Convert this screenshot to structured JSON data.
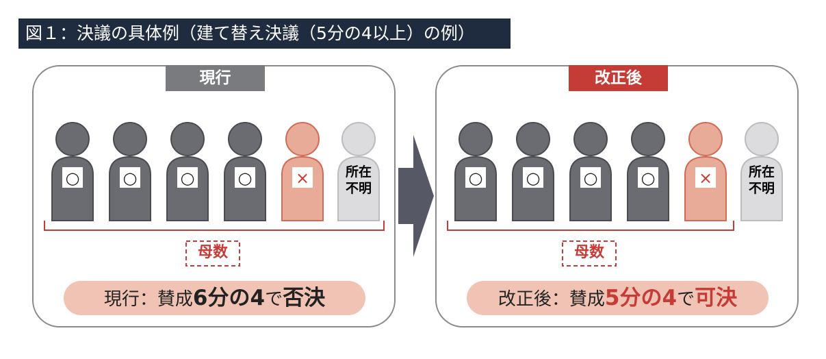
{
  "title": "図１：決議の具体例（建て替え決議（5分の4以上）の例）",
  "panels": {
    "current": {
      "tab": "現行",
      "votes": [
        "○",
        "○",
        "○",
        "○",
        "×"
      ],
      "unknown_label_line1": "所在",
      "unknown_label_line2": "不明",
      "denominator": "母数",
      "result_prefix": "現行：賛成",
      "result_fraction": "6分の4",
      "result_mid": "で",
      "result_outcome": "否決"
    },
    "revised": {
      "tab": "改正後",
      "votes": [
        "○",
        "○",
        "○",
        "○",
        "×"
      ],
      "unknown_label_line1": "所在",
      "unknown_label_line2": "不明",
      "denominator": "母数",
      "result_prefix": "改正後：賛成",
      "result_fraction": "5分の4",
      "result_mid": "で",
      "result_outcome": "可決"
    }
  },
  "colors": {
    "title_bg": "#1f2b3e",
    "person_gray": "#6b6c72",
    "person_salmon": "#e8ab97",
    "person_salmon_stroke": "#d06b56",
    "person_unknown": "#dcdcde",
    "accent_red": "#c53b36",
    "result_bg": "#f0c3b4",
    "arrow": "#565866"
  }
}
